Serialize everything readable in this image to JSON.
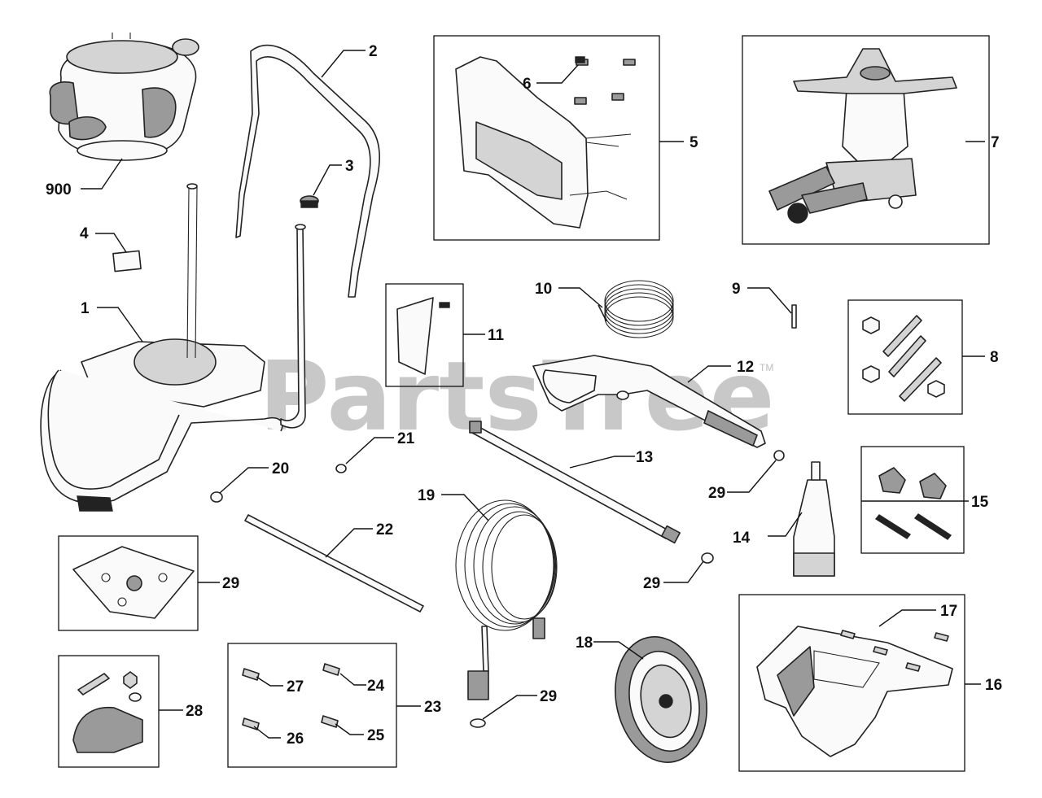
{
  "watermark": {
    "text": "PartsTree",
    "trademark": "TM"
  },
  "callouts": [
    {
      "id": "c-900",
      "label": "900"
    },
    {
      "id": "c-1",
      "label": "1"
    },
    {
      "id": "c-2",
      "label": "2"
    },
    {
      "id": "c-3",
      "label": "3"
    },
    {
      "id": "c-4",
      "label": "4"
    },
    {
      "id": "c-5",
      "label": "5"
    },
    {
      "id": "c-6",
      "label": "6"
    },
    {
      "id": "c-7",
      "label": "7"
    },
    {
      "id": "c-8",
      "label": "8"
    },
    {
      "id": "c-9",
      "label": "9"
    },
    {
      "id": "c-10",
      "label": "10"
    },
    {
      "id": "c-11",
      "label": "11"
    },
    {
      "id": "c-12",
      "label": "12"
    },
    {
      "id": "c-13",
      "label": "13"
    },
    {
      "id": "c-14",
      "label": "14"
    },
    {
      "id": "c-15",
      "label": "15"
    },
    {
      "id": "c-16",
      "label": "16"
    },
    {
      "id": "c-17",
      "label": "17"
    },
    {
      "id": "c-18",
      "label": "18"
    },
    {
      "id": "c-19",
      "label": "19"
    },
    {
      "id": "c-20",
      "label": "20"
    },
    {
      "id": "c-21",
      "label": "21"
    },
    {
      "id": "c-22",
      "label": "22"
    },
    {
      "id": "c-23",
      "label": "23"
    },
    {
      "id": "c-24",
      "label": "24"
    },
    {
      "id": "c-25",
      "label": "25"
    },
    {
      "id": "c-26",
      "label": "26"
    },
    {
      "id": "c-27",
      "label": "27"
    },
    {
      "id": "c-28",
      "label": "28"
    },
    {
      "id": "c-29a",
      "label": "29"
    },
    {
      "id": "c-29b",
      "label": "29"
    },
    {
      "id": "c-29c",
      "label": "29"
    },
    {
      "id": "c-29d",
      "label": "29"
    }
  ]
}
